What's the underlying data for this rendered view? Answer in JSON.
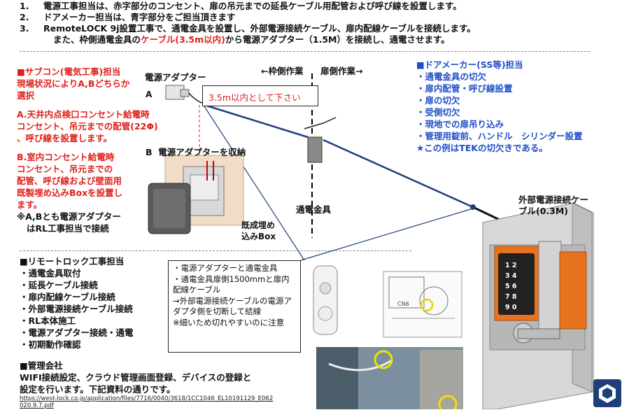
{
  "steps": [
    {
      "num": "1.",
      "text": "電源工事担当は、赤字部分のコンセント、扉の吊元までの延長ケーブル用配管および呼び線を設置します。"
    },
    {
      "num": "2.",
      "text": "ドアメーカー担当は、青字部分をご担当頂きます"
    },
    {
      "num": "3.",
      "text": "RemoteLOCK 9j設置工事で、通電金具を設置し、外部電源接続ケーブル、扉内配線ケーブルを接続します。"
    }
  ],
  "step3_cont_a": "また、枠側通電金具の",
  "step3_cont_red": "ケーブル(3.5m以内)",
  "step3_cont_b": "から電源アダプター（1.5M）を接続し、通電させます。",
  "subcon": {
    "title": "■サブコン(電気工事)担当",
    "line2": "現場状況によりA,Bどちらか",
    "line3": "選択",
    "a_lines": [
      "A.天井内点検口コンセント給電時",
      "コンセント、吊元までの配管(22Φ)",
      "、呼び線を設置します。"
    ],
    "b_lines": [
      "B.室内コンセント給電時",
      "コンセント、吊元までの",
      "配管、呼び線および壁面用",
      "既製埋め込みBoxを設置し",
      "ます。"
    ],
    "note_lines": [
      "※A,Bとも電源アダプター",
      "はRL工事担当で接続"
    ]
  },
  "diagram": {
    "adapter_label": "電源アダプター",
    "label_a": "A",
    "callout": "3.5m以内として下さい",
    "label_b": "B",
    "b_caption": "電源アダプターを収納",
    "box_caption_1": "既成埋め",
    "box_caption_2": "込みBox",
    "frame_side": "←枠側作業",
    "door_side": "扉側作業→",
    "hardware_label": "通電金具",
    "ext_cable_1": "外部電源接続ケー",
    "ext_cable_2": "ブル(0.3M)",
    "keypad_keys": [
      "1 2",
      "3 4",
      "5 6",
      "7 8",
      "9 0"
    ]
  },
  "door_maker": {
    "title": "■ドアメーカー(SS等)担当",
    "items": [
      "・通電金具の切欠",
      "・扉内配管・呼び線設置",
      "・扉の切欠",
      "・受側切欠",
      "・現地での扉吊り込み",
      "・管理用錠前、ハンドル　シリンダー設置"
    ],
    "note": "★この例はTEKの切欠きである。"
  },
  "remotelock": {
    "title": "■リモートロック工事担当",
    "items": [
      "・通電金具取付",
      "・延長ケーブル接続",
      "・扉内配線ケーブル接続",
      "・外部電源接続ケーブル接続",
      "・RL本体施工",
      "・電源アダプター接続・通電",
      "・初期動作確認"
    ]
  },
  "note_box": {
    "lines": [
      "・電源アダプターと通電金具",
      "・通電金具扉側1500mmと扉内配線ケーブル",
      "→外部電源接続ケーブルの電源アダプタ側を切断して結線",
      "※細いため切れやすいのに注意"
    ]
  },
  "pcb_label": "CN6",
  "kanri": {
    "title": "■管理会社",
    "lines": [
      "WIFI接続設定、クラウド管理画面登録、デバイスの登録と",
      "設定を行います。下記資料の通りです。"
    ],
    "link_1": "https://west-lock.co.jp/application/files/7716/0040/3618/1CC1046_EL10191129_E062",
    "link_2": "020.9.7.pdf"
  },
  "colors": {
    "red": "#e0201c",
    "blue": "#1f4fc9",
    "navy": "#1f3f7a",
    "orange": "#e8731f"
  }
}
